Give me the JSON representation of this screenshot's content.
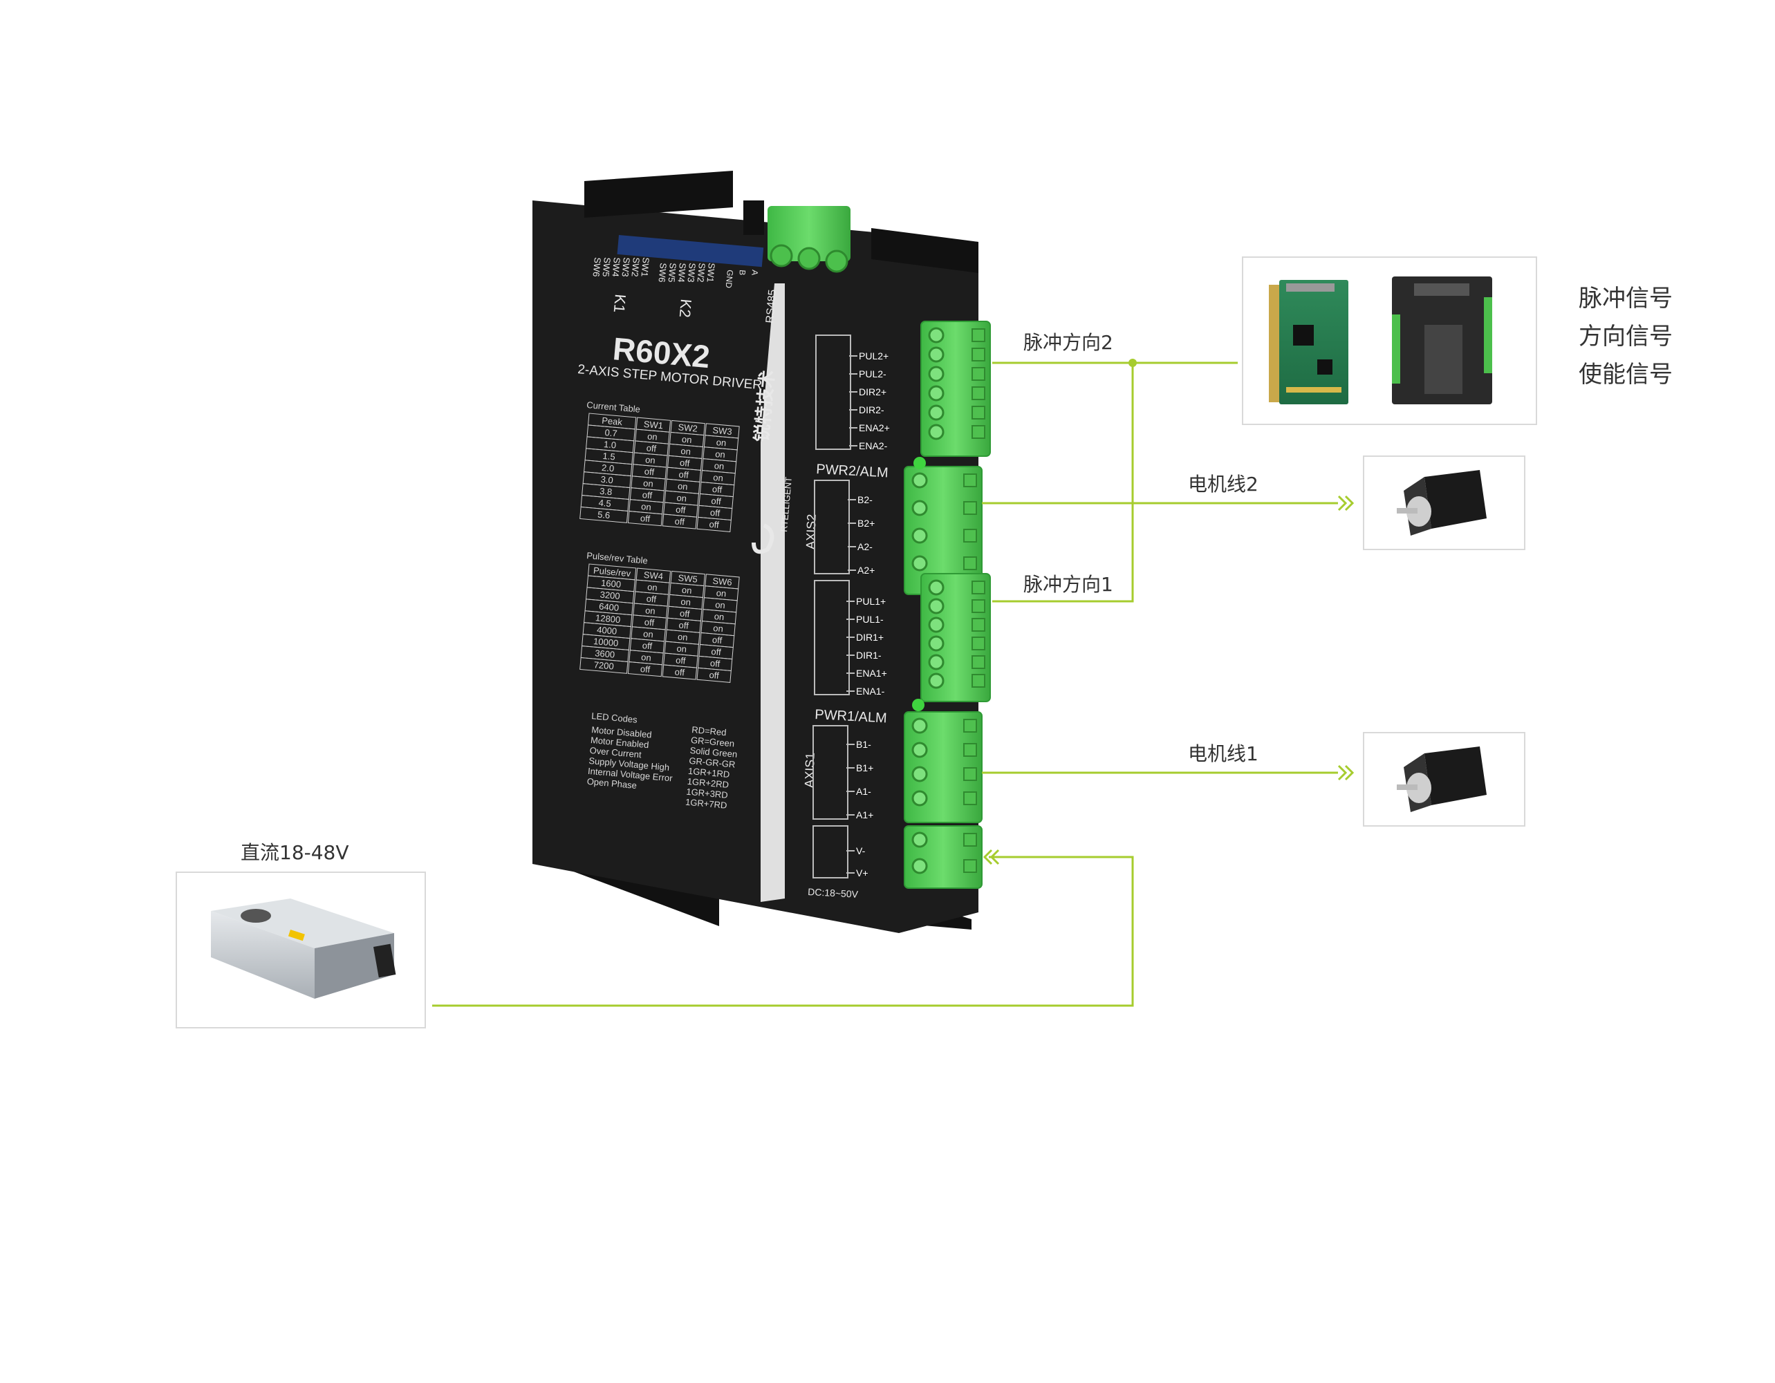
{
  "device": {
    "model": "R60X2",
    "subtitle": "2-AXIS STEP MOTOR DRIVER",
    "brand_cn": "锐特技术",
    "brand_en": "RTELLIGENT",
    "top_switches_1": [
      "SW6",
      "SW5",
      "SW4",
      "SW3",
      "SW2",
      "SW1"
    ],
    "top_switches_2": [
      "SW6",
      "SW5",
      "SW4",
      "SW3",
      "SW2",
      "SW1"
    ],
    "k1": "K1",
    "k2": "K2",
    "rs485_pins": [
      "GND",
      "B",
      "A"
    ],
    "rs485": "RS485",
    "current_table": {
      "title": "Current Table",
      "headers": [
        "Peak",
        "SW1",
        "SW2",
        "SW3"
      ],
      "rows": [
        [
          "0.7",
          "on",
          "on",
          "on"
        ],
        [
          "1.0",
          "off",
          "on",
          "on"
        ],
        [
          "1.5",
          "on",
          "off",
          "on"
        ],
        [
          "2.0",
          "off",
          "off",
          "on"
        ],
        [
          "3.0",
          "on",
          "on",
          "off"
        ],
        [
          "3.8",
          "off",
          "on",
          "off"
        ],
        [
          "4.5",
          "on",
          "off",
          "off"
        ],
        [
          "5.6",
          "off",
          "off",
          "off"
        ]
      ]
    },
    "pulse_table": {
      "title": "Pulse/rev Table",
      "headers": [
        "Pulse/rev",
        "SW4",
        "SW5",
        "SW6"
      ],
      "rows": [
        [
          "1600",
          "on",
          "on",
          "on"
        ],
        [
          "3200",
          "off",
          "on",
          "on"
        ],
        [
          "6400",
          "on",
          "off",
          "on"
        ],
        [
          "12800",
          "off",
          "off",
          "on"
        ],
        [
          "4000",
          "on",
          "on",
          "off"
        ],
        [
          "10000",
          "off",
          "on",
          "off"
        ],
        [
          "3600",
          "on",
          "off",
          "off"
        ],
        [
          "7200",
          "off",
          "off",
          "off"
        ]
      ]
    },
    "led_codes": {
      "title": "LED Codes",
      "left": [
        "Motor Disabled",
        "Motor Enabled",
        "Over Current",
        "Supply Voltage High",
        "Internal Voltage Error",
        "Open Phase"
      ],
      "right": [
        "RD=Red",
        "GR=Green",
        "Solid Green",
        "GR-GR-GR",
        "1GR+1RD",
        "1GR+2RD",
        "1GR+3RD",
        "1GR+7RD"
      ]
    },
    "pwr2": "PWR2/ALM",
    "pwr1": "PWR1/ALM",
    "axis2": "AXIS2",
    "axis1": "AXIS1",
    "signal2_pins": [
      "PUL2+",
      "PUL2-",
      "DIR2+",
      "DIR2-",
      "ENA2+",
      "ENA2-"
    ],
    "signal1_pins": [
      "PUL1+",
      "PUL1-",
      "DIR1+",
      "DIR1-",
      "ENA1+",
      "ENA1-"
    ],
    "motor2_pins": [
      "B2-",
      "B2+",
      "A2-",
      "A2+"
    ],
    "motor1_pins": [
      "B1-",
      "B1+",
      "A1-",
      "A1+"
    ],
    "power_pins": [
      "V-",
      "V+"
    ],
    "power_rating": "DC:18~50V"
  },
  "labels": {
    "pulse_dir_2": "脉冲方向2",
    "pulse_dir_1": "脉冲方向1",
    "motor_line_2": "电机线2",
    "motor_line_1": "电机线1",
    "dc_supply": "直流18-48V",
    "signals": [
      "脉冲信号",
      "方向信号",
      "使能信号"
    ]
  },
  "colors": {
    "line": "#a6cc2e",
    "driver_body": "#1c1c1c",
    "terminal": "#5fd35f",
    "text": "#333333",
    "box_border": "#d9d9d9"
  }
}
